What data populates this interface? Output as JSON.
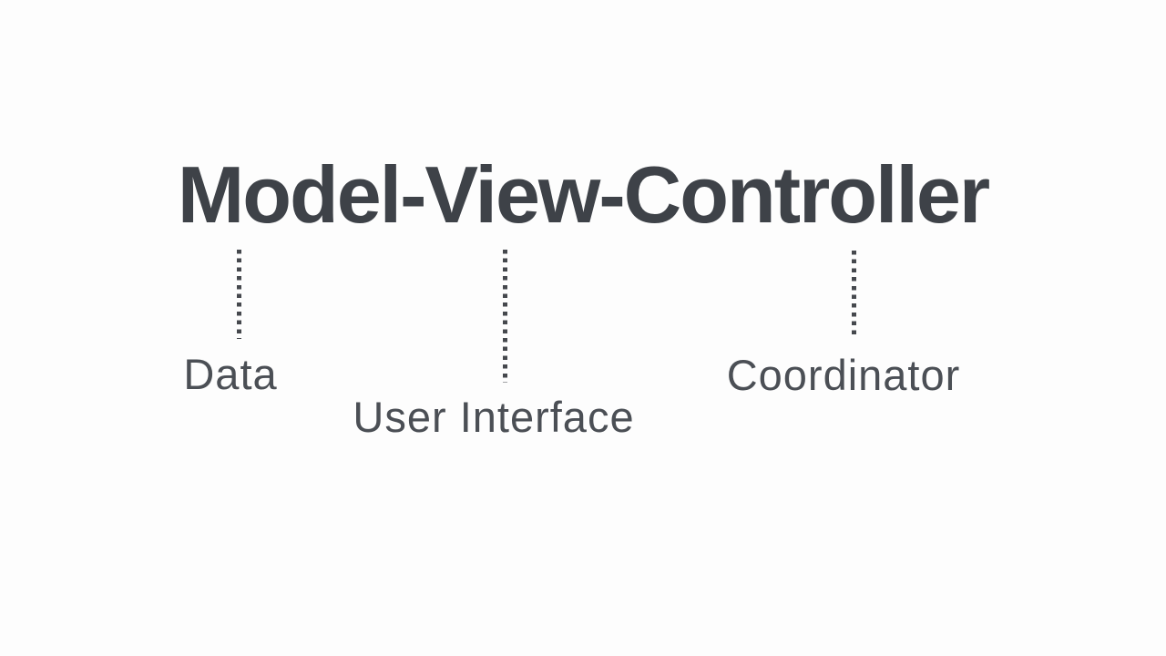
{
  "diagram": {
    "title": "Model-View-Controller",
    "colors": {
      "background": "#fdfdfd",
      "title_text": "#3e4248",
      "label_text": "#4b4f55",
      "connector": "#45484d"
    },
    "connectors": [
      {
        "name": "model-connector",
        "from": "Model",
        "to_label": "Data"
      },
      {
        "name": "view-connector",
        "from": "View",
        "to_label": "User Interface"
      },
      {
        "name": "controller-connector",
        "from": "Controller",
        "to_label": "Coordinator"
      }
    ],
    "labels": {
      "data": {
        "text": "Data"
      },
      "user_interface": {
        "text": "User Interface"
      },
      "coordinator": {
        "text": "Coordinator"
      }
    }
  }
}
